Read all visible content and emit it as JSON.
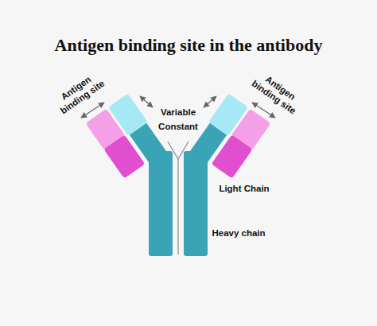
{
  "diagram": {
    "title": "Antigen binding site in the antibody",
    "labels": [
      "Antigen binding site",
      "Variable",
      "Antigen binding site",
      "Constant",
      "Light Chain",
      "Heavy chain"
    ]
  }
}
